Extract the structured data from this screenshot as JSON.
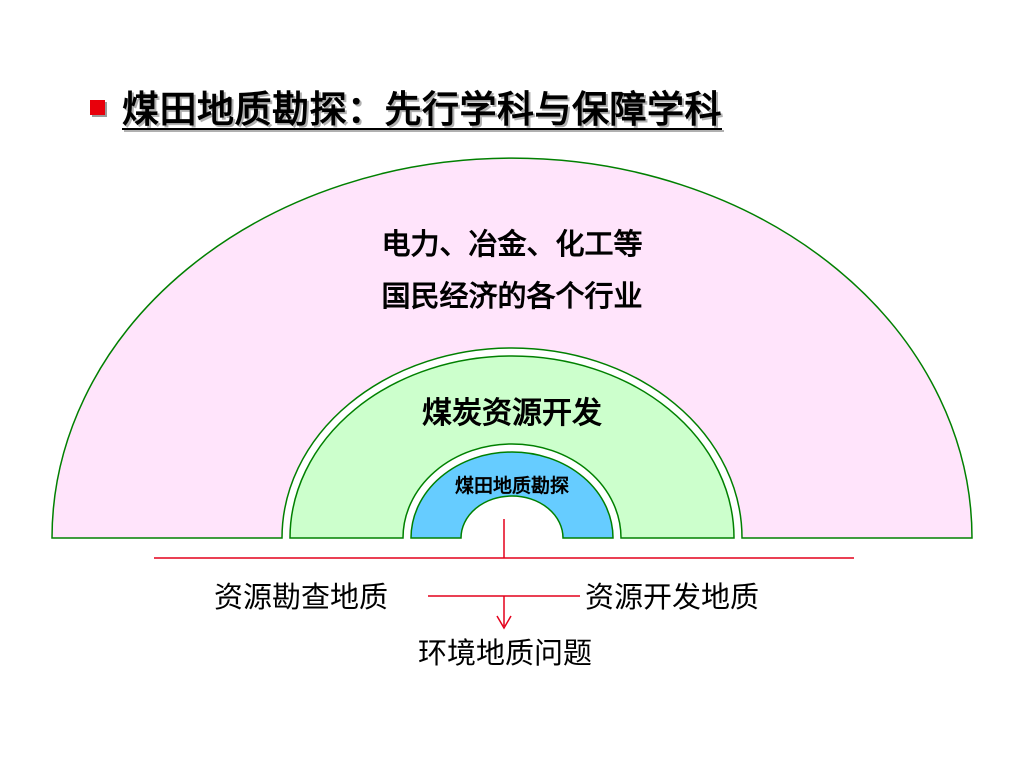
{
  "title": "煤田地质勘探：先行学科与保障学科",
  "rings": {
    "outer": {
      "line1": "电力、冶金、化工等",
      "line2": "国民经济的各个行业"
    },
    "middle": "煤炭资源开发",
    "inner": "煤田地质勘探"
  },
  "labels": {
    "left": "资源勘查地质",
    "right": "资源开发地质",
    "bottom": "环境地质问题"
  },
  "colors": {
    "outer_fill": "#ffe4fb",
    "middle_fill": "#ccffcc",
    "inner_fill": "#66ccff",
    "ring_stroke": "#008000",
    "connector": "#e4001b",
    "bullet": "#e8000b"
  }
}
